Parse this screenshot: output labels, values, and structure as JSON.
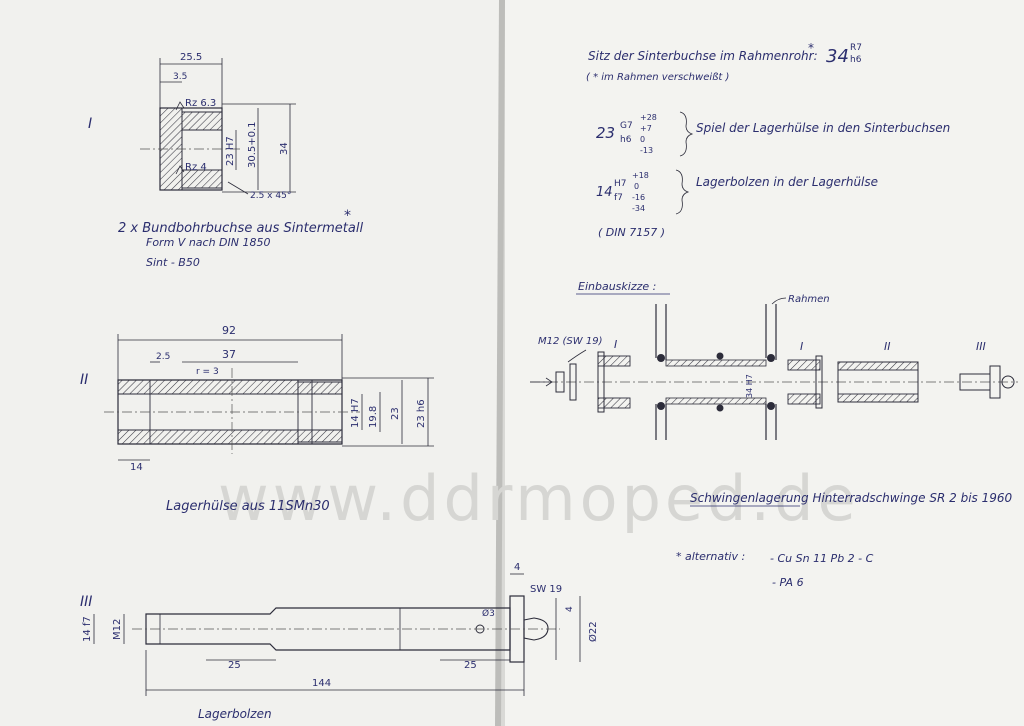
{
  "colors": {
    "paper": "#f2f2ef",
    "ink": "#2b2e6e",
    "pencil": "#2c2c3a",
    "fold": "#c9c9c6"
  },
  "watermark": "www.ddrmoped.de",
  "left_page": {
    "part1": {
      "roman": "I",
      "dims": {
        "len": "25.5",
        "flange": "3.5",
        "rz_top": "Rz 6.3",
        "rz_bot": "Rz 4",
        "bore": "23 H7",
        "flange_d": "30.5+0.1",
        "od": "34",
        "chamfer": "2.5 x 45°"
      },
      "caption1": "2 x Bundbohrbuchse aus Sintermetall",
      "caption1_mark": "*",
      "caption2": "Form V nach DIN 1850",
      "caption3": "Sint - B50"
    },
    "part2": {
      "roman": "II",
      "dims": {
        "len": "92",
        "groove": "2.5",
        "mid": "37",
        "radius": "r = 3",
        "end": "14",
        "d1": "14 H7",
        "d2": "19.8",
        "d3": "23",
        "d4": "23 h6"
      },
      "caption": "Lagerhülse aus 11SMn30"
    },
    "part3": {
      "roman": "III",
      "dims": {
        "head": "4",
        "sw": "SW 19",
        "hole": "Ø3",
        "h": "4",
        "od": "Ø22",
        "d_left1": "14 f7",
        "d_left2": "M12",
        "len1": "25",
        "len2": "25",
        "total": "144"
      },
      "caption": "Lagerbolzen"
    }
  },
  "right_page": {
    "seat_line": "Sitz der Sinterbuchse im Rahmenrohr:",
    "seat_mark": "*",
    "seat_value": "34",
    "seat_tol_top": "R7",
    "seat_tol_bot": "h6",
    "seat_note": "( * im Rahmen verschweißt )",
    "fit1": {
      "nom": "23",
      "tol_a": "G7",
      "tol_b": "h6",
      "dev1": "+28",
      "dev2": "+7",
      "dev3": "0",
      "dev4": "-13",
      "desc": "Spiel der Lagerhülse in den Sinterbuchsen"
    },
    "fit2": {
      "nom": "14",
      "tol_a": "H7",
      "tol_b": "f7",
      "dev1": "+18",
      "dev2": "0",
      "dev3": "-16",
      "dev4": "-34",
      "desc": "Lagerbolzen in der Lagerhülse"
    },
    "din": "( DIN 7157 )",
    "sketch_title": "Einbauskizze :",
    "sketch_labels": {
      "rahmen": "Rahmen",
      "m12": "M12 (SW 19)",
      "r1": "I",
      "r1b": "I",
      "r2": "II",
      "r3": "III",
      "mid": "34 H7"
    },
    "main_title": "Schwingenlagerung  Hinterradschwinge  SR 2  bis 1960",
    "alt_label": "* alternativ :",
    "alt1": "- Cu Sn 11 Pb 2 - C",
    "alt2": "- PA 6"
  }
}
